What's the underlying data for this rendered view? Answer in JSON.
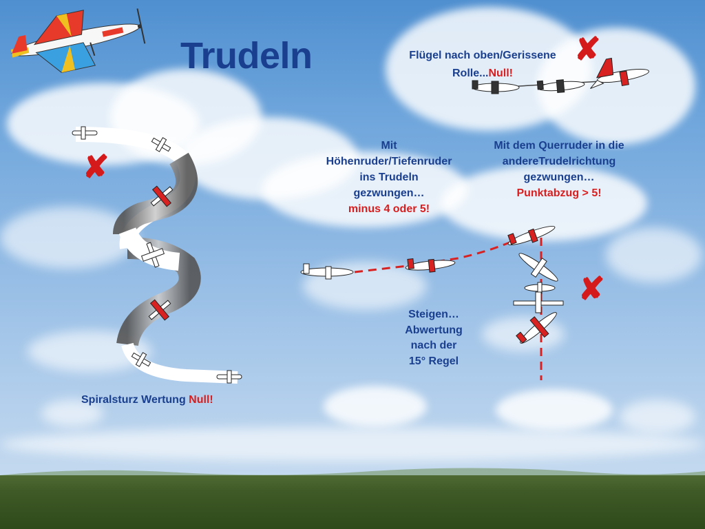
{
  "slide": {
    "title": "Trudeln",
    "note_top_right": {
      "line1": "Flügel nach oben/Gerissene",
      "line2_a": "Rolle...",
      "line2_b": "Null!"
    },
    "note_middle": {
      "lines": [
        "Mit",
        "Höhenruder/Tiefenruder",
        "ins Trudeln",
        "gezwungen…"
      ],
      "penalty": "minus 4 oder 5!"
    },
    "note_right": {
      "lines": [
        "Mit dem Querruder in die",
        "andereTrudelrichtung",
        "gezwungen…"
      ],
      "penalty": "Punktabzug > 5!"
    },
    "note_climb": {
      "lines": [
        "Steigen…",
        "Abwertung",
        "nach der",
        "15° Regel"
      ]
    },
    "note_spiral": {
      "a": "Spiralsturz Wertung ",
      "b": "Null!"
    },
    "x_mark_glyph": "✘"
  },
  "colors": {
    "text_blue": "#1a3f8f",
    "warning_red": "#d81e1e"
  }
}
